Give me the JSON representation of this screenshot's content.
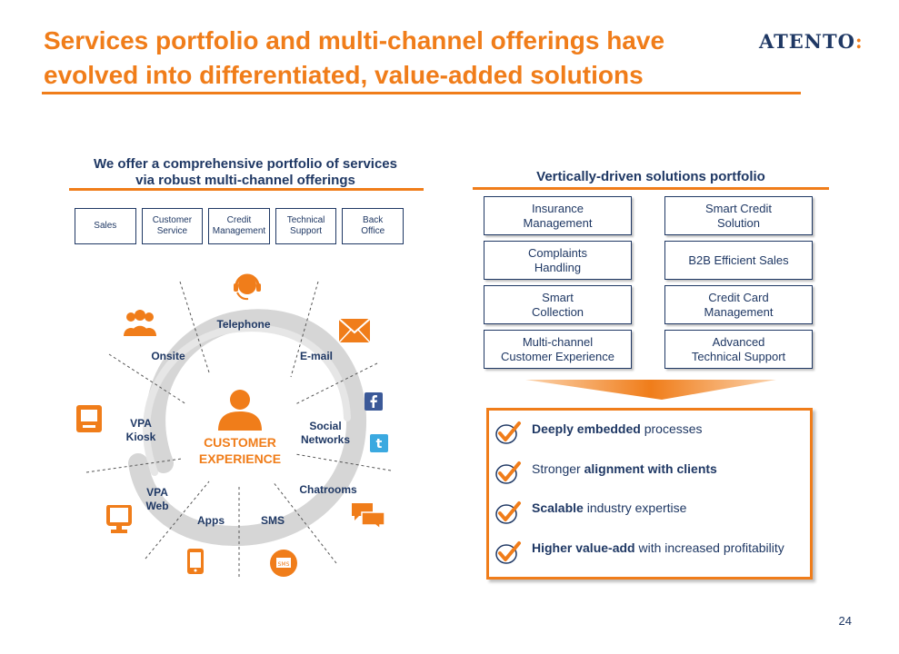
{
  "slide": {
    "title": "Services portfolio and multi-channel offerings have evolved into differentiated, value-added solutions",
    "logo": "ATENTO",
    "logo_colon": ":",
    "page_number": "24",
    "accent_color": "#f07d1a",
    "text_color": "#1f3864"
  },
  "left": {
    "heading": "We offer a comprehensive portfolio of services\nvia robust multi-channel offerings",
    "services": [
      "Sales",
      "Customer\nService",
      "Credit\nManagement",
      "Technical\nSupport",
      "Back\nOffice"
    ],
    "center": "CUSTOMER\nEXPERIENCE",
    "channels": {
      "telephone": "Telephone",
      "email": "E-mail",
      "onsite": "Onsite",
      "vpa_kiosk": "VPA\nKiosk",
      "social": "Social\nNetworks",
      "chatrooms": "Chatrooms",
      "vpa_web": "VPA\nWeb",
      "apps": "Apps",
      "sms": "SMS"
    }
  },
  "right": {
    "heading": "Vertically-driven solutions portfolio",
    "solutions": [
      "Insurance\nManagement",
      "Smart Credit\nSolution",
      "Complaints\nHandling",
      "B2B Efficient Sales",
      "Smart\nCollection",
      "Credit Card\nManagement",
      "Multi-channel\nCustomer Experience",
      "Advanced\nTechnical Support"
    ],
    "benefits": [
      {
        "bold": "Deeply embedded",
        "rest": " processes",
        "pre": ""
      },
      {
        "pre": "Stronger ",
        "bold": "alignment with clients",
        "rest": ""
      },
      {
        "bold": "Scalable",
        "rest": " industry expertise",
        "pre": ""
      },
      {
        "bold": "Higher value-add",
        "rest": " with increased profitability",
        "pre": ""
      }
    ]
  }
}
